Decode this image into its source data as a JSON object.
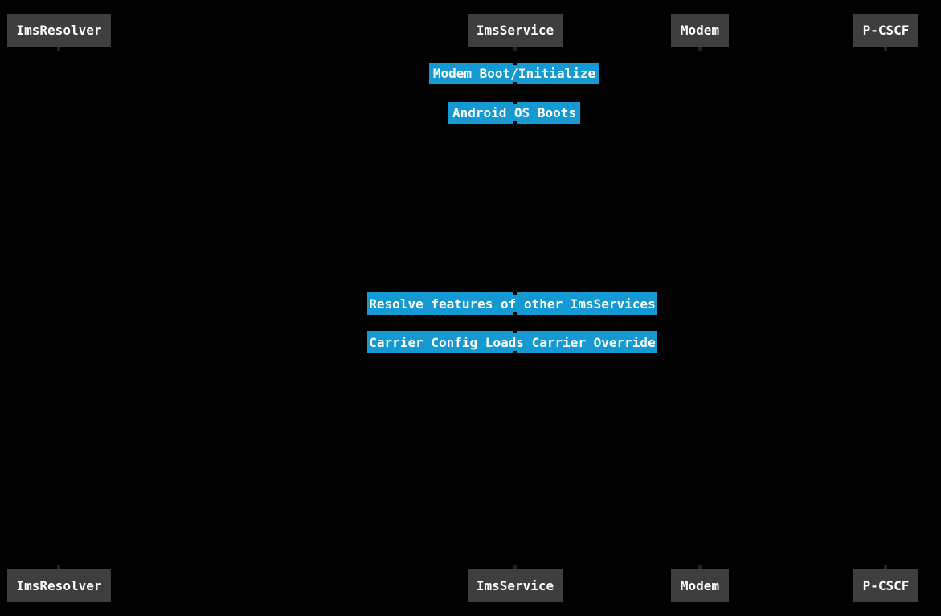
{
  "diagram_type": "sequence",
  "colors": {
    "background": "#000000",
    "participant_fill": "#3E3E3E",
    "participant_text": "#FFFFFF",
    "note_fill": "#1599D2",
    "note_text": "#FFFFFF",
    "lifeline_stub": "#242424",
    "lifeline_tick": "#000000"
  },
  "participants": [
    {
      "label": "ImsResolver"
    },
    {
      "label": "ImsService"
    },
    {
      "label": "Modem"
    },
    {
      "label": "P-CSCF"
    }
  ],
  "notes": [
    {
      "label": "Modem Boot/Initialize"
    },
    {
      "label": "Android OS Boots"
    },
    {
      "label": "Resolve features of other ImsServices"
    },
    {
      "label": "Carrier Config Loads Carrier Override"
    }
  ]
}
